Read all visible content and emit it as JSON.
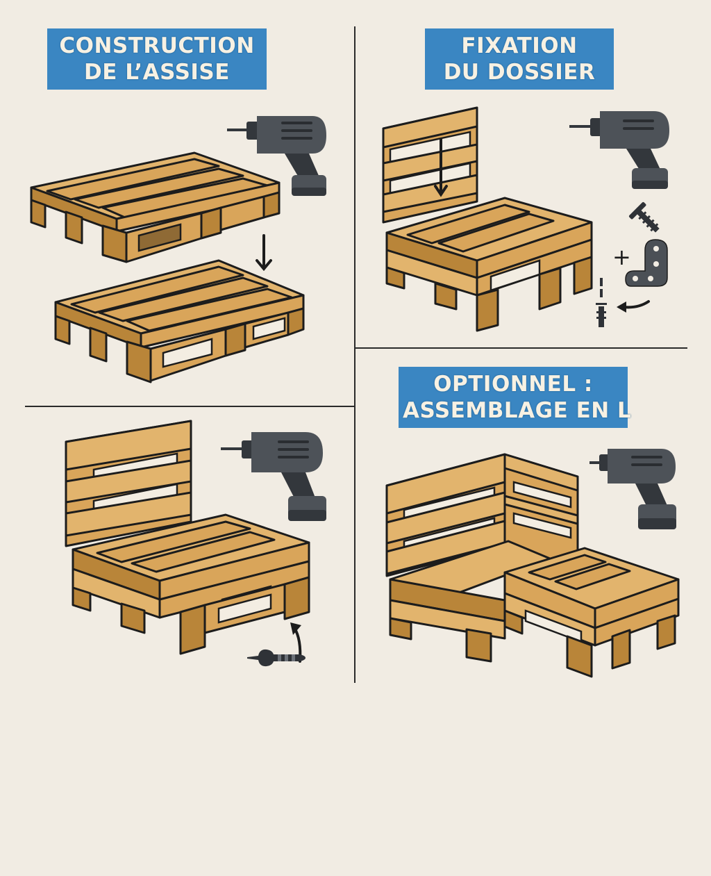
{
  "panels": [
    {
      "id": "seat-construction",
      "title_lines": [
        "CONSTRUCTION",
        "DE L’ASSISE"
      ],
      "icons": [
        "drill-icon",
        "pallet-icon",
        "pallet-icon",
        "down-arrow-icon"
      ]
    },
    {
      "id": "backrest-fixing",
      "title_lines": [
        "FIXATION",
        "DU DOSSIER"
      ],
      "icons": [
        "drill-icon",
        "pallet-chair-icon",
        "down-arrow-icon",
        "screw-icon",
        "plus-icon",
        "corner-bracket-icon",
        "bolt-icon",
        "curved-arrow-icon"
      ]
    },
    {
      "id": "assembled-chair",
      "title_lines": [],
      "icons": [
        "drill-icon",
        "pallet-chair-icon",
        "curved-arrow-icon",
        "screw-icon"
      ]
    },
    {
      "id": "l-assembly-optional",
      "title_lines": [
        "OPTIONNEL :",
        "ASSEMBLAGE EN L"
      ],
      "icons": [
        "drill-icon",
        "l-sofa-icon"
      ]
    }
  ],
  "colors": {
    "background": "#f1ece3",
    "title_bg": "#3a86c2",
    "title_text": "#f7f1e3",
    "wood": "#d9a55a",
    "drill": "#4d5258",
    "outline": "#1c1c1c"
  }
}
